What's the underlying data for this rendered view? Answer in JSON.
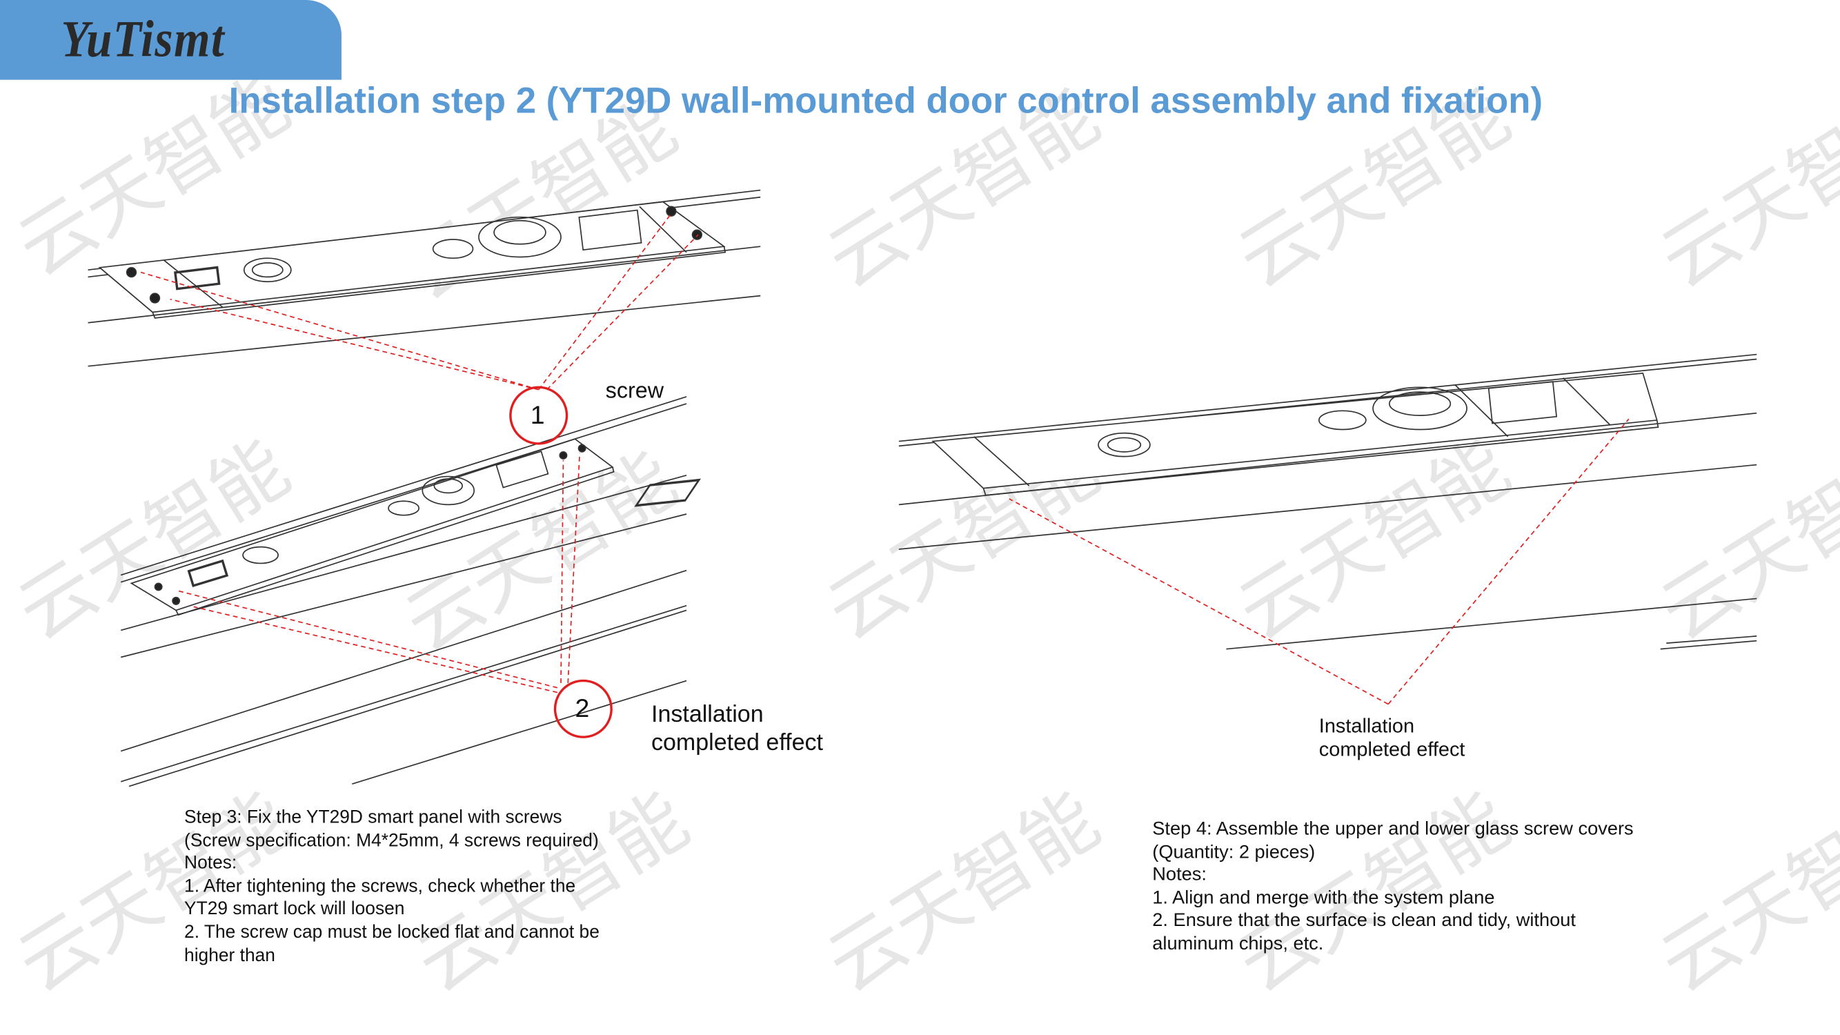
{
  "logo": "YuTismt",
  "title": "Installation step 2 (YT29D wall-mounted door control assembly and fixation)",
  "watermark": "云天智能",
  "left_diagram": {
    "label_screw": "screw",
    "marker_1": "1",
    "marker_2": "2",
    "completed_line1": "Installation",
    "completed_line2": "completed effect"
  },
  "right_diagram": {
    "completed_line1": "Installation",
    "completed_line2": "completed effect"
  },
  "step3": {
    "lines": [
      "Step 3: Fix the YT29D smart panel with screws",
      "(Screw specification: M4*25mm, 4 screws required)",
      "Notes:",
      "1. After tightening the screws, check whether the",
      "YT29 smart lock will loosen",
      "2. The screw cap must be locked flat and cannot be",
      "higher than"
    ]
  },
  "step4": {
    "lines": [
      "Step 4: Assemble the upper and lower glass screw covers",
      "(Quantity: 2 pieces)",
      "Notes:",
      "1. Align and merge with the system plane",
      "2. Ensure that the surface is clean and tidy, without",
      "aluminum chips, etc."
    ]
  },
  "colors": {
    "accent": "#5b9bd5",
    "annotation": "#e02020"
  }
}
